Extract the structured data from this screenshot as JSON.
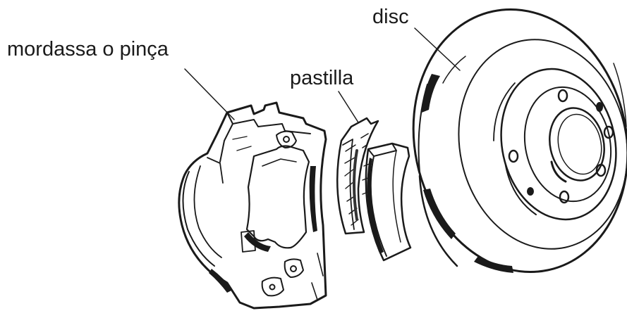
{
  "labels": {
    "caliper": "mordassa o pinça",
    "pad": "pastilla",
    "disc": "disc"
  },
  "colors": {
    "ink": "#1a1a1a",
    "background": "#ffffff"
  }
}
